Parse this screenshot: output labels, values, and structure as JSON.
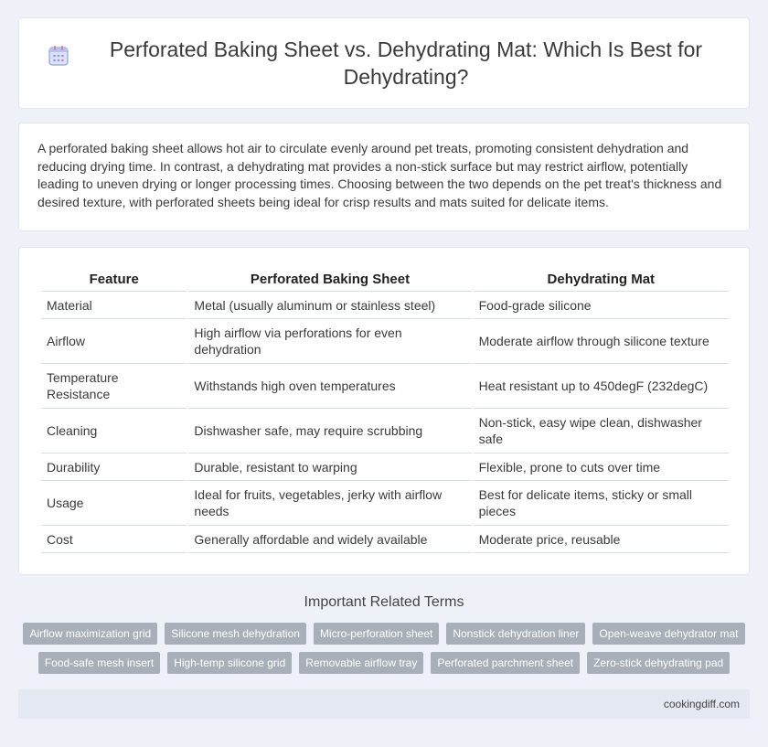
{
  "header": {
    "title": "Perforated Baking Sheet vs. Dehydrating Mat: Which Is Best for Dehydrating?",
    "icon": "calendar-icon"
  },
  "intro": {
    "text": "A perforated baking sheet allows hot air to circulate evenly around pet treats, promoting consistent dehydration and reducing drying time. In contrast, a dehydrating mat provides a non-stick surface but may restrict airflow, potentially leading to uneven drying or longer processing times. Choosing between the two depends on the pet treat's thickness and desired texture, with perforated sheets being ideal for crisp results and mats suited for delicate items."
  },
  "table": {
    "headers": [
      "Feature",
      "Perforated Baking Sheet",
      "Dehydrating Mat"
    ],
    "rows": [
      [
        "Material",
        "Metal (usually aluminum or stainless steel)",
        "Food-grade silicone"
      ],
      [
        "Airflow",
        "High airflow via perforations for even dehydration",
        "Moderate airflow through silicone texture"
      ],
      [
        "Temperature Resistance",
        "Withstands high oven temperatures",
        "Heat resistant up to 450degF (232degC)"
      ],
      [
        "Cleaning",
        "Dishwasher safe, may require scrubbing",
        "Non-stick, easy wipe clean, dishwasher safe"
      ],
      [
        "Durability",
        "Durable, resistant to warping",
        "Flexible, prone to cuts over time"
      ],
      [
        "Usage",
        "Ideal for fruits, vegetables, jerky with airflow needs",
        "Best for delicate items, sticky or small pieces"
      ],
      [
        "Cost",
        "Generally affordable and widely available",
        "Moderate price, reusable"
      ]
    ]
  },
  "related": {
    "title": "Important Related Terms",
    "tags": [
      "Airflow maximization grid",
      "Silicone mesh dehydration",
      "Micro-perforation sheet",
      "Nonstick dehydration liner",
      "Open-weave dehydrator mat",
      "Food-safe mesh insert",
      "High-temp silicone grid",
      "Removable airflow tray",
      "Perforated parchment sheet",
      "Zero-stick dehydrating pad"
    ]
  },
  "footer": {
    "site": "cookingdiff.com"
  },
  "colors": {
    "background": "#eef1f7",
    "tag": "#a9afb9",
    "footer": "#e3e8f3"
  }
}
